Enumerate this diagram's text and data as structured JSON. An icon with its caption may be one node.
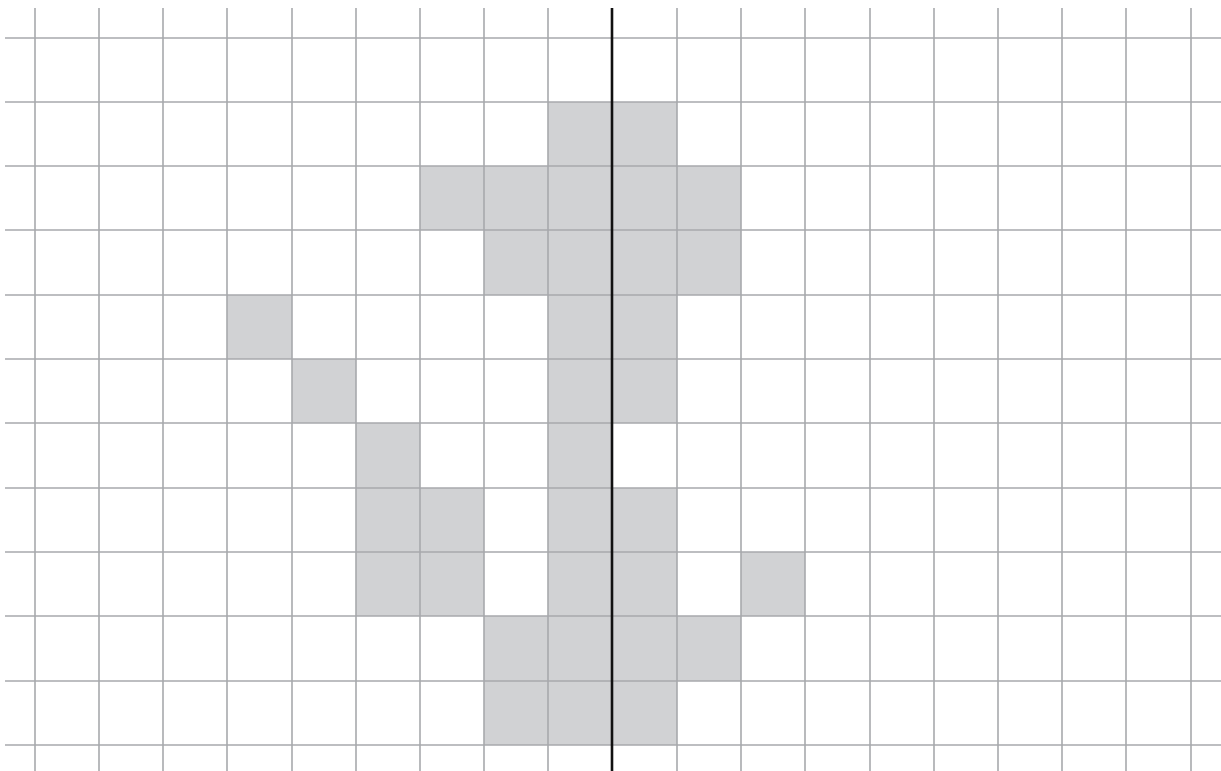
{
  "diagram": {
    "nodes": [
      {
        "text": [],
        "shape": "box"
      },
      {
        "text": [],
        "shape": "box"
      },
      {
        "text": [],
        "shape": "box"
      },
      {
        "text": [],
        "shape": "box"
      },
      {
        "text": [],
        "shape": "box"
      },
      {
        "text": [],
        "shape": "box"
      },
      {
        "text": [],
        "shape": "box"
      },
      {
        "text": [],
        "shape": "box"
      },
      {
        "text": [],
        "shape": "box"
      },
      {
        "text": [],
        "shape": "box"
      },
      {
        "text": [],
        "shape": "box"
      },
      {
        "text": [],
        "shape": "box"
      },
      {
        "text": [],
        "shape": "box"
      },
      {
        "text": [],
        "shape": "box"
      },
      {
        "text": [],
        "shape": "box"
      },
      {
        "text": [],
        "shape": "box"
      },
      {
        "text": [],
        "shape": "box"
      },
      {
        "text": [],
        "shape": "box"
      },
      {
        "text": [],
        "shape": "box"
      },
      {
        "text": [],
        "shape": "box"
      },
      {
        "text": [],
        "shape": "box"
      },
      {
        "text": [],
        "shape": "box"
      },
      {
        "text": [],
        "shape": "box"
      },
      {
        "text": [],
        "shape": "box"
      },
      {
        "text": [],
        "shape": "box"
      },
      {
        "text": [],
        "shape": "box"
      },
      {
        "text": [],
        "shape": "box"
      },
      {
        "text": [],
        "shape": "box"
      },
      {
        "text": [],
        "shape": "box"
      },
      {
        "text": [],
        "shape": "box"
      },
      {
        "text": [],
        "shape": "box"
      },
      {
        "text": [],
        "shape": "box"
      },
      {
        "text": [],
        "shape": "box"
      },
      {
        "text": [],
        "shape": "box"
      },
      {
        "text": [],
        "shape": "box"
      }
    ]
  }
}
